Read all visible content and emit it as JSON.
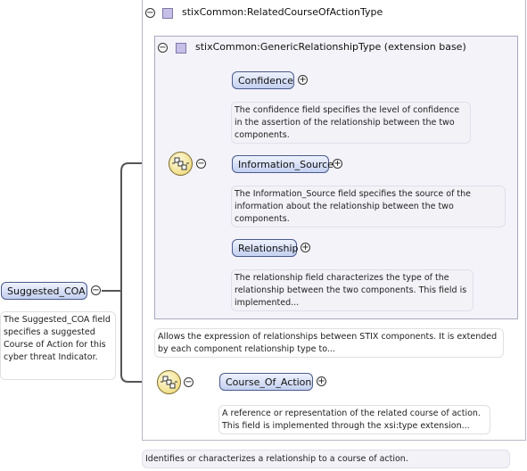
{
  "root": {
    "name": "Suggested_COA",
    "doc": "The Suggested_COA field specifies a suggested Course of Action for this cyber threat Indicator."
  },
  "types": {
    "outer": "stixCommon:RelatedCourseOfActionType",
    "base": "stixCommon:GenericRelationshipType (extension base)"
  },
  "elements": [
    {
      "name": "Confidence",
      "doc": "The confidence field specifies the level of confidence in the assertion of the relationship between the two components."
    },
    {
      "name": "Information_Source",
      "doc": "The Information_Source field specifies the source of the information about the relationship between the two components."
    },
    {
      "name": "Relationship",
      "doc": "The relationship field characterizes the type of the relationship between the two components. This field is implemented..."
    }
  ],
  "base_doc": "Allows the expression of relationships between STIX components. It is extended by each component relationship type to...",
  "coa": {
    "name": "Course_Of_Action",
    "doc": "A reference or representation of the related course of action. This field is implemented through the xsi:type extension..."
  },
  "outer_doc": "Identifies or characterizes a relationship to a course of action."
}
